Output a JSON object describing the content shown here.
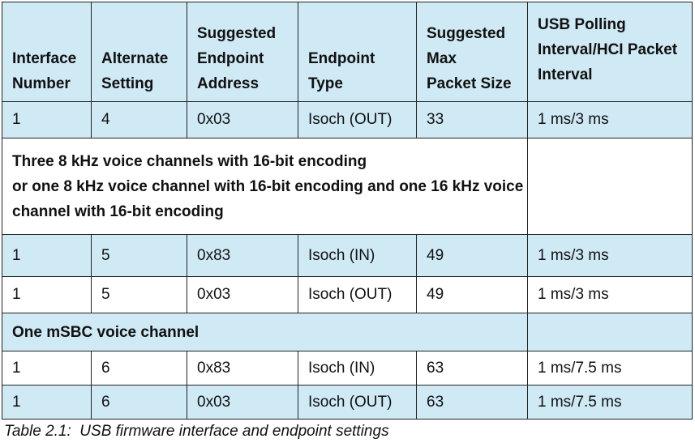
{
  "table": {
    "headers": [
      [
        "Interface",
        "Number"
      ],
      [
        "Alternate",
        "Setting"
      ],
      [
        "Suggested",
        "Endpoint",
        "Address"
      ],
      [
        "Endpoint",
        "Type"
      ],
      [
        "Suggested",
        "Max",
        "Packet Size"
      ],
      [
        "USB Polling",
        "Interval/HCI Packet",
        "Interval"
      ]
    ],
    "row1": [
      "1",
      "4",
      "0x03",
      "Isoch (OUT)",
      "33",
      "1 ms/3 ms"
    ],
    "section1": [
      "Three 8 kHz voice channels with 16-bit encoding",
      "or one 8 kHz voice channel with 16-bit encoding and one 16 kHz voice",
      "channel with 16-bit encoding"
    ],
    "row2": [
      "1",
      "5",
      "0x83",
      "Isoch (IN)",
      "49",
      "1 ms/3 ms"
    ],
    "row3": [
      "1",
      "5",
      "0x03",
      "Isoch (OUT)",
      "49",
      "1 ms/3 ms"
    ],
    "section2": "One mSBC voice channel",
    "row4": [
      "1",
      "6",
      "0x83",
      "Isoch (IN)",
      "63",
      "1 ms/7.5 ms"
    ],
    "row5": [
      "1",
      "6",
      "0x03",
      "Isoch (OUT)",
      "63",
      "1 ms/7.5 ms"
    ]
  },
  "caption": "Table 2.1:  USB firmware interface and endpoint settings",
  "colors": {
    "header_bg": "#cfe9f5",
    "row_bg_blue": "#cfe9f5",
    "row_bg_white": "#ffffff",
    "border": "#222222"
  }
}
